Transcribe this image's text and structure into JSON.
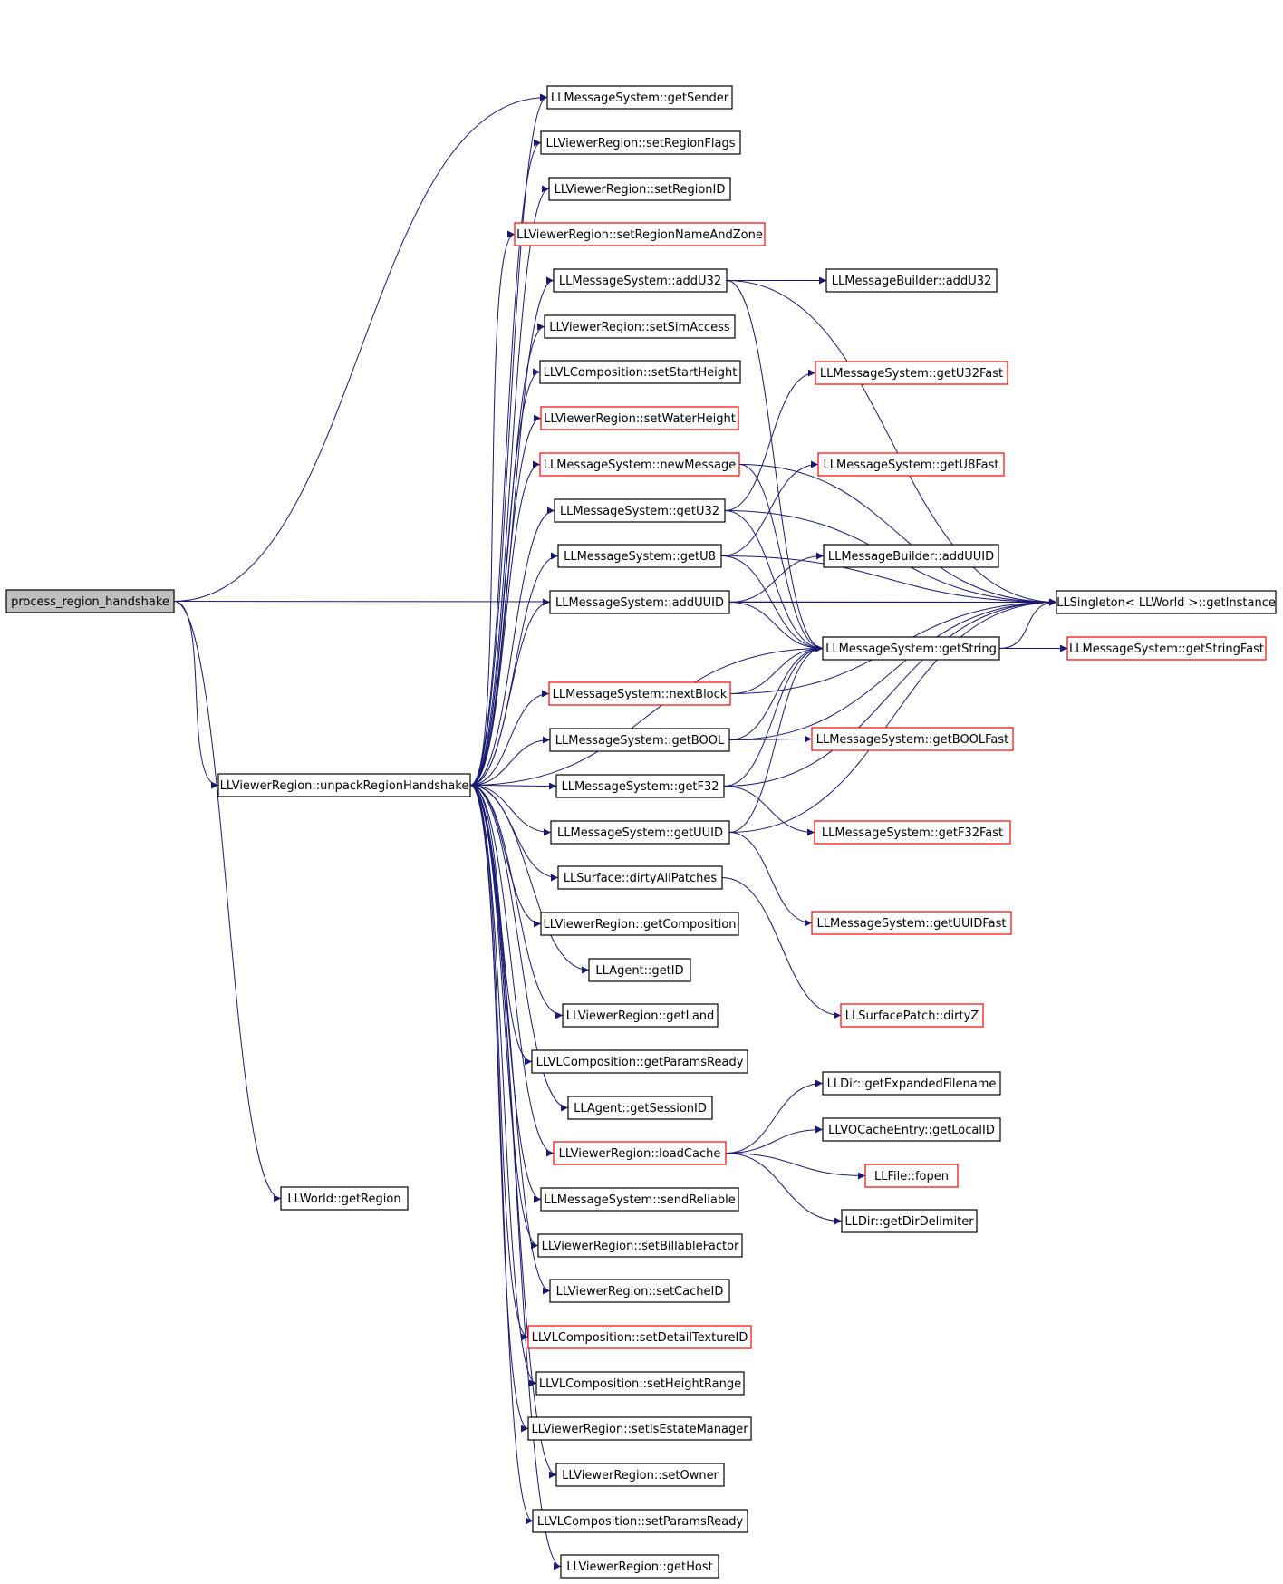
{
  "nodes": [
    {
      "id": "root",
      "label": "process_region_handshake",
      "style": "root"
    },
    {
      "id": "unpack",
      "label": "LLViewerRegion::unpackRegionHandshake",
      "style": "black"
    },
    {
      "id": "getRegion",
      "label": "LLWorld::getRegion",
      "style": "black"
    },
    {
      "id": "getSender",
      "label": "LLMessageSystem::getSender",
      "style": "black"
    },
    {
      "id": "setRegionFlags",
      "label": "LLViewerRegion::setRegionFlags",
      "style": "black"
    },
    {
      "id": "setRegionID",
      "label": "LLViewerRegion::setRegionID",
      "style": "black"
    },
    {
      "id": "setRegionNameAndZone",
      "label": "LLViewerRegion::setRegionNameAndZone",
      "style": "red"
    },
    {
      "id": "addU32",
      "label": "LLMessageSystem::addU32",
      "style": "black"
    },
    {
      "id": "setSimAccess",
      "label": "LLViewerRegion::setSimAccess",
      "style": "black"
    },
    {
      "id": "setStartHeight",
      "label": "LLVLComposition::setStartHeight",
      "style": "black"
    },
    {
      "id": "setWaterHeight",
      "label": "LLViewerRegion::setWaterHeight",
      "style": "red"
    },
    {
      "id": "newMessage",
      "label": "LLMessageSystem::newMessage",
      "style": "red"
    },
    {
      "id": "getU32",
      "label": "LLMessageSystem::getU32",
      "style": "black"
    },
    {
      "id": "getU8",
      "label": "LLMessageSystem::getU8",
      "style": "black"
    },
    {
      "id": "addUUID",
      "label": "LLMessageSystem::addUUID",
      "style": "black"
    },
    {
      "id": "nextBlock",
      "label": "LLMessageSystem::nextBlock",
      "style": "red"
    },
    {
      "id": "getBOOL",
      "label": "LLMessageSystem::getBOOL",
      "style": "black"
    },
    {
      "id": "getF32",
      "label": "LLMessageSystem::getF32",
      "style": "black"
    },
    {
      "id": "getUUID",
      "label": "LLMessageSystem::getUUID",
      "style": "black"
    },
    {
      "id": "dirtyAllPatches",
      "label": "LLSurface::dirtyAllPatches",
      "style": "black"
    },
    {
      "id": "getComposition",
      "label": "LLViewerRegion::getComposition",
      "style": "black"
    },
    {
      "id": "getID",
      "label": "LLAgent::getID",
      "style": "black"
    },
    {
      "id": "getLand",
      "label": "LLViewerRegion::getLand",
      "style": "black"
    },
    {
      "id": "getParamsReady",
      "label": "LLVLComposition::getParamsReady",
      "style": "black"
    },
    {
      "id": "getSessionID",
      "label": "LLAgent::getSessionID",
      "style": "black"
    },
    {
      "id": "loadCache",
      "label": "LLViewerRegion::loadCache",
      "style": "red"
    },
    {
      "id": "sendReliable",
      "label": "LLMessageSystem::sendReliable",
      "style": "black"
    },
    {
      "id": "setBillableFactor",
      "label": "LLViewerRegion::setBillableFactor",
      "style": "black"
    },
    {
      "id": "setCacheID",
      "label": "LLViewerRegion::setCacheID",
      "style": "black"
    },
    {
      "id": "setDetailTextureID",
      "label": "LLVLComposition::setDetailTextureID",
      "style": "red"
    },
    {
      "id": "setHeightRange",
      "label": "LLVLComposition::setHeightRange",
      "style": "black"
    },
    {
      "id": "setIsEstateManager",
      "label": "LLViewerRegion::setIsEstateManager",
      "style": "black"
    },
    {
      "id": "setOwner",
      "label": "LLViewerRegion::setOwner",
      "style": "black"
    },
    {
      "id": "setParamsReady",
      "label": "LLVLComposition::setParamsReady",
      "style": "black"
    },
    {
      "id": "getHost",
      "label": "LLViewerRegion::getHost",
      "style": "black"
    },
    {
      "id": "mbAddU32",
      "label": "LLMessageBuilder::addU32",
      "style": "black"
    },
    {
      "id": "getU32Fast",
      "label": "LLMessageSystem::getU32Fast",
      "style": "red"
    },
    {
      "id": "getU8Fast",
      "label": "LLMessageSystem::getU8Fast",
      "style": "red"
    },
    {
      "id": "mbAddUUID",
      "label": "LLMessageBuilder::addUUID",
      "style": "black"
    },
    {
      "id": "getString",
      "label": "LLMessageSystem::getString",
      "style": "black"
    },
    {
      "id": "getBOOLFast",
      "label": "LLMessageSystem::getBOOLFast",
      "style": "red"
    },
    {
      "id": "getF32Fast",
      "label": "LLMessageSystem::getF32Fast",
      "style": "red"
    },
    {
      "id": "getUUIDFast",
      "label": "LLMessageSystem::getUUIDFast",
      "style": "red"
    },
    {
      "id": "dirtyZ",
      "label": "LLSurfacePatch::dirtyZ",
      "style": "red"
    },
    {
      "id": "getExpandedFilename",
      "label": "LLDir::getExpandedFilename",
      "style": "black"
    },
    {
      "id": "getLocalID",
      "label": "LLVOCacheEntry::getLocalID",
      "style": "black"
    },
    {
      "id": "fopen",
      "label": "LLFile::fopen",
      "style": "red"
    },
    {
      "id": "getDirDelimiter",
      "label": "LLDir::getDirDelimiter",
      "style": "black"
    },
    {
      "id": "getInstance",
      "label": "LLSingleton< LLWorld >::getInstance",
      "style": "black"
    },
    {
      "id": "getStringFast",
      "label": "LLMessageSystem::getStringFast",
      "style": "red"
    }
  ],
  "edges": [
    [
      "root",
      "getSender"
    ],
    [
      "root",
      "unpack"
    ],
    [
      "root",
      "getRegion"
    ],
    [
      "root",
      "getInstance"
    ],
    [
      "unpack",
      "getSender"
    ],
    [
      "unpack",
      "setRegionFlags"
    ],
    [
      "unpack",
      "setRegionID"
    ],
    [
      "unpack",
      "setRegionNameAndZone"
    ],
    [
      "unpack",
      "addU32"
    ],
    [
      "unpack",
      "setSimAccess"
    ],
    [
      "unpack",
      "setStartHeight"
    ],
    [
      "unpack",
      "setWaterHeight"
    ],
    [
      "unpack",
      "newMessage"
    ],
    [
      "unpack",
      "getU32"
    ],
    [
      "unpack",
      "getU8"
    ],
    [
      "unpack",
      "addUUID"
    ],
    [
      "unpack",
      "getString"
    ],
    [
      "unpack",
      "nextBlock"
    ],
    [
      "unpack",
      "getBOOL"
    ],
    [
      "unpack",
      "getF32"
    ],
    [
      "unpack",
      "getUUID"
    ],
    [
      "unpack",
      "dirtyAllPatches"
    ],
    [
      "unpack",
      "getComposition"
    ],
    [
      "unpack",
      "getID"
    ],
    [
      "unpack",
      "getLand"
    ],
    [
      "unpack",
      "getParamsReady"
    ],
    [
      "unpack",
      "getSessionID"
    ],
    [
      "unpack",
      "loadCache"
    ],
    [
      "unpack",
      "sendReliable"
    ],
    [
      "unpack",
      "setBillableFactor"
    ],
    [
      "unpack",
      "setCacheID"
    ],
    [
      "unpack",
      "setDetailTextureID"
    ],
    [
      "unpack",
      "setHeightRange"
    ],
    [
      "unpack",
      "setIsEstateManager"
    ],
    [
      "unpack",
      "setOwner"
    ],
    [
      "unpack",
      "setParamsReady"
    ],
    [
      "unpack",
      "getHost"
    ],
    [
      "addU32",
      "mbAddU32"
    ],
    [
      "addU32",
      "getInstance"
    ],
    [
      "addU32",
      "getString"
    ],
    [
      "newMessage",
      "getInstance"
    ],
    [
      "newMessage",
      "getString"
    ],
    [
      "getU32",
      "getU32Fast"
    ],
    [
      "getU32",
      "getInstance"
    ],
    [
      "getU32",
      "getString"
    ],
    [
      "getU8",
      "getU8Fast"
    ],
    [
      "getU8",
      "getInstance"
    ],
    [
      "getU8",
      "getString"
    ],
    [
      "addUUID",
      "mbAddUUID"
    ],
    [
      "addUUID",
      "getInstance"
    ],
    [
      "addUUID",
      "getString"
    ],
    [
      "nextBlock",
      "getString"
    ],
    [
      "nextBlock",
      "getInstance"
    ],
    [
      "getBOOL",
      "getBOOLFast"
    ],
    [
      "getBOOL",
      "getString"
    ],
    [
      "getBOOL",
      "getInstance"
    ],
    [
      "getF32",
      "getF32Fast"
    ],
    [
      "getF32",
      "getString"
    ],
    [
      "getF32",
      "getInstance"
    ],
    [
      "getUUID",
      "getUUIDFast"
    ],
    [
      "getUUID",
      "getString"
    ],
    [
      "getUUID",
      "getInstance"
    ],
    [
      "getString",
      "getStringFast"
    ],
    [
      "getString",
      "getInstance"
    ],
    [
      "dirtyAllPatches",
      "dirtyZ"
    ],
    [
      "loadCache",
      "getExpandedFilename"
    ],
    [
      "loadCache",
      "getLocalID"
    ],
    [
      "loadCache",
      "fopen"
    ],
    [
      "loadCache",
      "getDirDelimiter"
    ]
  ]
}
